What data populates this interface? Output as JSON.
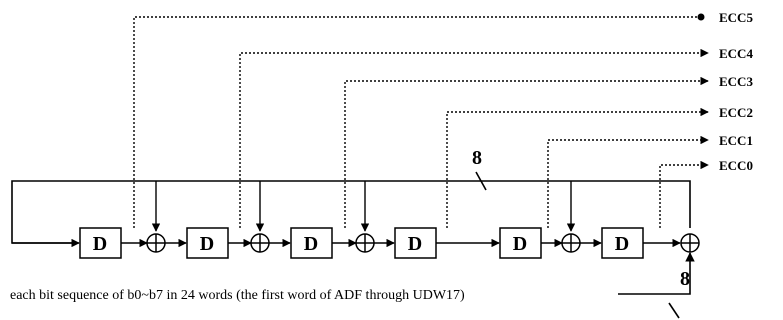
{
  "outputs": [
    "ECC5",
    "ECC4",
    "ECC3",
    "ECC2",
    "ECC1",
    "ECC0"
  ],
  "register_label": "D",
  "bus_width_top": "8",
  "bus_width_bottom": "8",
  "caption": "each bit sequence of b0~b7 in 24 words (the first word of ADF through UDW17)",
  "colors": {
    "line": "#000000",
    "background": "#ffffff"
  }
}
